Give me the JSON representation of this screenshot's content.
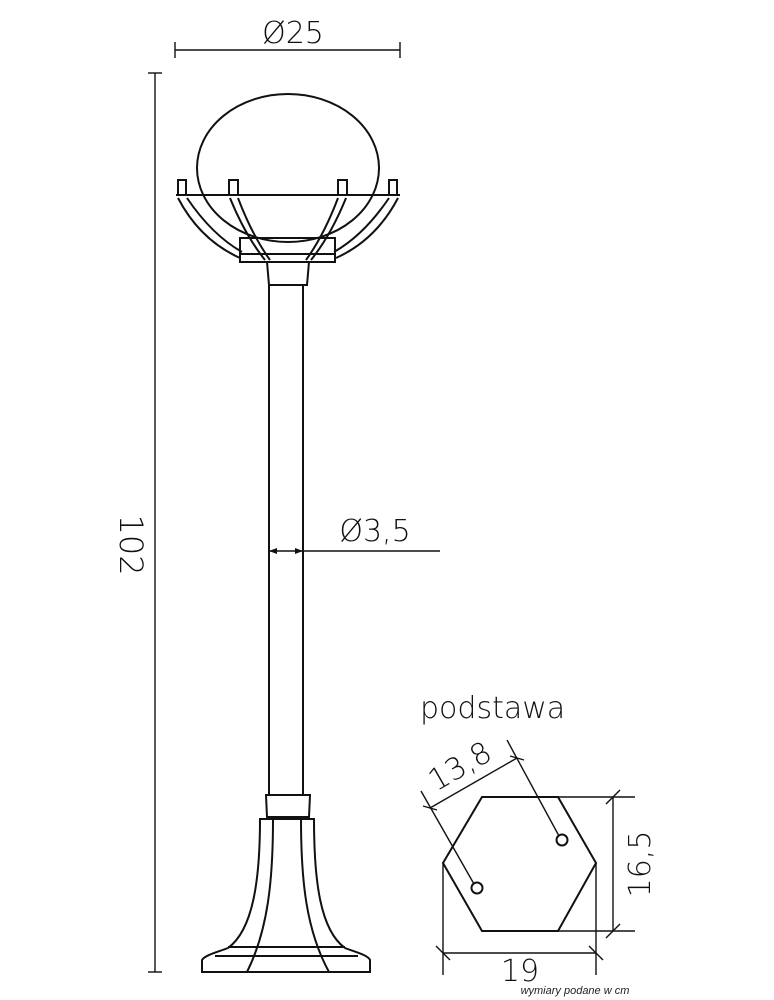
{
  "dimensions": {
    "globe_diameter": "Ø25",
    "height": "102",
    "pole_diameter": "Ø3,5",
    "base_side": "13,8",
    "base_depth": "16,5",
    "base_width": "19"
  },
  "base_title": "podstawa",
  "units_note": "wymiary podane w cm",
  "line_color": "#111111"
}
